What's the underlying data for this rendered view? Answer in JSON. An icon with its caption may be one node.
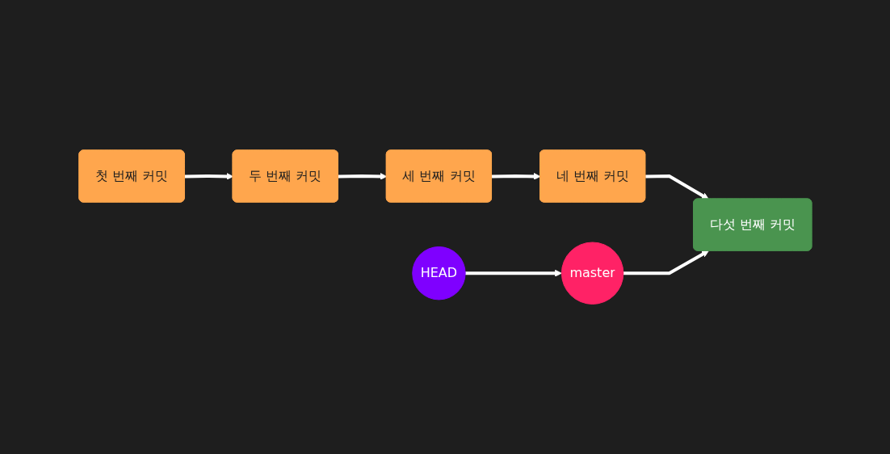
{
  "diagram": {
    "nodes": [
      {
        "text": [
          "HEAD"
        ]
      },
      {
        "text": [
          "master"
        ]
      },
      {
        "text": [
          "첫 번째 커밋"
        ]
      },
      {
        "text": [
          "두 번째 커밋"
        ]
      },
      {
        "text": [
          "세 번째 커밋"
        ]
      },
      {
        "text": [
          "네 번째 커밋"
        ]
      },
      {
        "text": [
          "다섯 번째 커밋"
        ]
      }
    ],
    "edges": [
      {
        "from": 2,
        "to": 3,
        "arrow": "to"
      },
      {
        "from": 3,
        "to": 4,
        "arrow": "to"
      },
      {
        "from": 4,
        "to": 5,
        "arrow": "to"
      },
      {
        "from": 5,
        "to": 6,
        "arrow": "to"
      },
      {
        "from": 0,
        "to": 1,
        "arrow": "to"
      },
      {
        "from": 1,
        "to": 6,
        "arrow": "to"
      }
    ]
  }
}
